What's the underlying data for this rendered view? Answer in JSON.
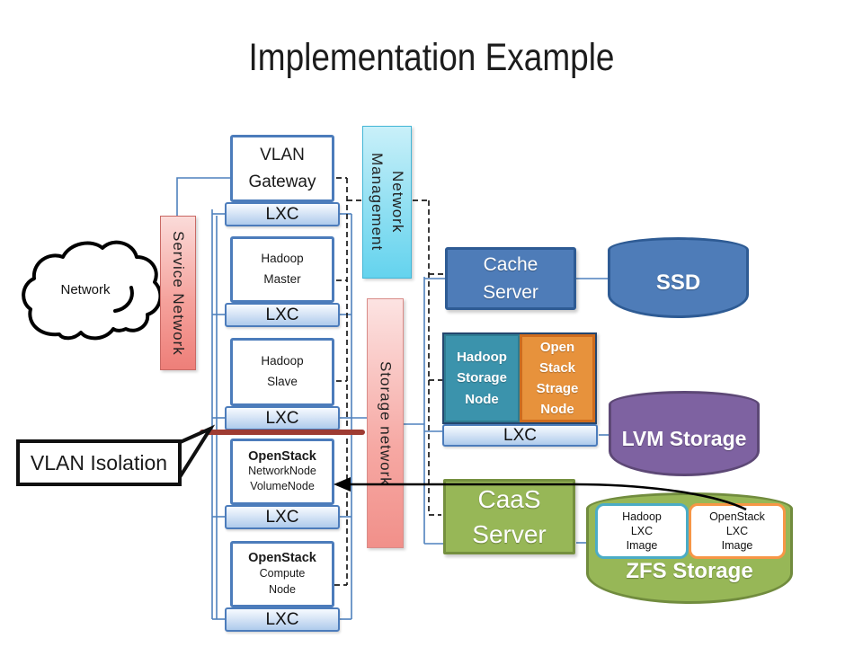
{
  "title": "Implementation Example",
  "cloud": {
    "label": "Network"
  },
  "network_bars": {
    "service": {
      "label": "Service Network"
    },
    "management": {
      "line1": "Management",
      "line2": "Network"
    },
    "storage": {
      "label": "Storage network"
    }
  },
  "left_column": {
    "nodes": [
      {
        "lines": [
          "VLAN",
          "Gateway"
        ],
        "footer": "LXC"
      },
      {
        "lines": [
          "Hadoop",
          "Master"
        ],
        "footer": "LXC"
      },
      {
        "lines": [
          "Hadoop",
          "Slave"
        ],
        "footer": "LXC"
      },
      {
        "lines": [
          "OpenStack",
          "NetworkNode",
          "VolumeNode"
        ],
        "footer": "LXC"
      },
      {
        "lines": [
          "OpenStack",
          "Compute",
          "Node"
        ],
        "footer": "LXC"
      }
    ]
  },
  "right_column": {
    "cache_server": {
      "lines": [
        "Cache",
        "Server"
      ]
    },
    "ssd": {
      "label": "SSD"
    },
    "storage_group": {
      "hadoop_storage_node": {
        "lines": [
          "Hadoop",
          "Storage",
          "Node"
        ]
      },
      "openstack_storage_node": {
        "lines": [
          "Open",
          "Stack",
          "Strage",
          "Node"
        ]
      },
      "footer": "LXC"
    },
    "lvm": {
      "label": "LVM Storage"
    },
    "caas_server": {
      "lines": [
        "CaaS",
        "Server"
      ]
    },
    "zfs": {
      "label": "ZFS Storage",
      "images": [
        {
          "lines": [
            "Hadoop",
            "LXC",
            "Image"
          ]
        },
        {
          "lines": [
            "OpenStack",
            "LXC",
            "Image"
          ]
        }
      ]
    }
  },
  "callout": {
    "label": "VLAN Isolation"
  },
  "colors": {
    "box_blue": "#4e7cb8",
    "box_blue_border": "#2e5b94",
    "connector_blue": "#4f81bd",
    "teal": "#3b93ac",
    "orange": "#e7923c",
    "purple": "#7e62a1",
    "green": "#97b757",
    "service_pink": "#ee7f79",
    "management_cyan": "#64d3ee",
    "storage_pink": "#f1908a",
    "isolation_red": "#9e3b32",
    "lxc_bar_blue": "#aecbec",
    "image_border_cyan": "#4bacc6",
    "image_border_orange": "#f79646"
  }
}
